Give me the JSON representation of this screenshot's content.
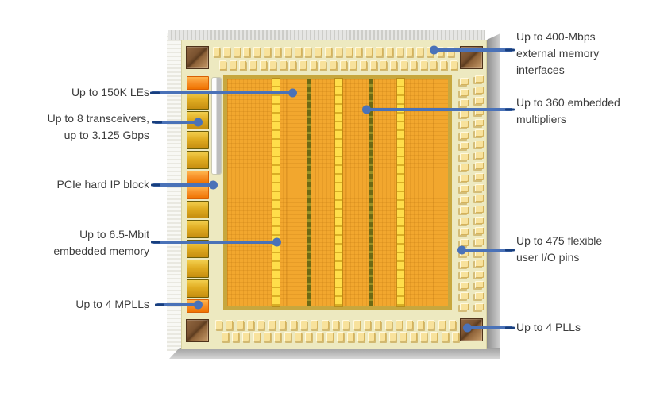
{
  "callouts": [
    {
      "id": "les",
      "side": "left",
      "text": "Up to 150K LEs"
    },
    {
      "id": "transceivers",
      "side": "left",
      "text": "Up to 8 transceivers,\nup to 3.125 Gbps"
    },
    {
      "id": "pcie",
      "side": "left",
      "text": "PCIe hard IP block"
    },
    {
      "id": "memory",
      "side": "left",
      "text": "Up to 6.5-Mbit\nembedded memory"
    },
    {
      "id": "mplls",
      "side": "left",
      "text": "Up to 4 MPLLs"
    },
    {
      "id": "emif",
      "side": "right",
      "text": "Up to 400-Mbps\nexternal memory\ninterfaces"
    },
    {
      "id": "multipliers",
      "side": "right",
      "text": "Up to 360 embedded\nmultipliers"
    },
    {
      "id": "io",
      "side": "right",
      "text": "Up to 475 flexible\nuser I/O pins"
    },
    {
      "id": "plls",
      "side": "right",
      "text": "Up to 4 PLLs"
    }
  ],
  "chip": {
    "io_pads": {
      "top_row_1": 24,
      "top_row_2": 24,
      "bottom_row_1": 23,
      "bottom_row_2": 23,
      "right_col_1": 22,
      "right_col_2": 22
    },
    "left_blocks": [
      "orange",
      "amber",
      "amber",
      "amber",
      "amber",
      "orange",
      "orange",
      "amber",
      "amber",
      "amber",
      "amber",
      "amber",
      "orange"
    ],
    "corner_blocks": 4,
    "core_columns": {
      "embedded_memory": 3,
      "multipliers": 2
    }
  },
  "colors": {
    "callout_line": "#4A72B8",
    "callout_tail": "#173E7E",
    "label_text": "#3C3C3C",
    "package": "#EDE9C0",
    "core_fabric": "#F2A72E",
    "core_rim": "#C7A73E",
    "memory_column": "#FFDE4A",
    "multiplier_column": "#6D6A14",
    "io_pad": "#F8E29C",
    "transceiver_block": "#E0AC22",
    "hard_ip_block": "#F8922A",
    "corner_block": "#8E6238"
  }
}
